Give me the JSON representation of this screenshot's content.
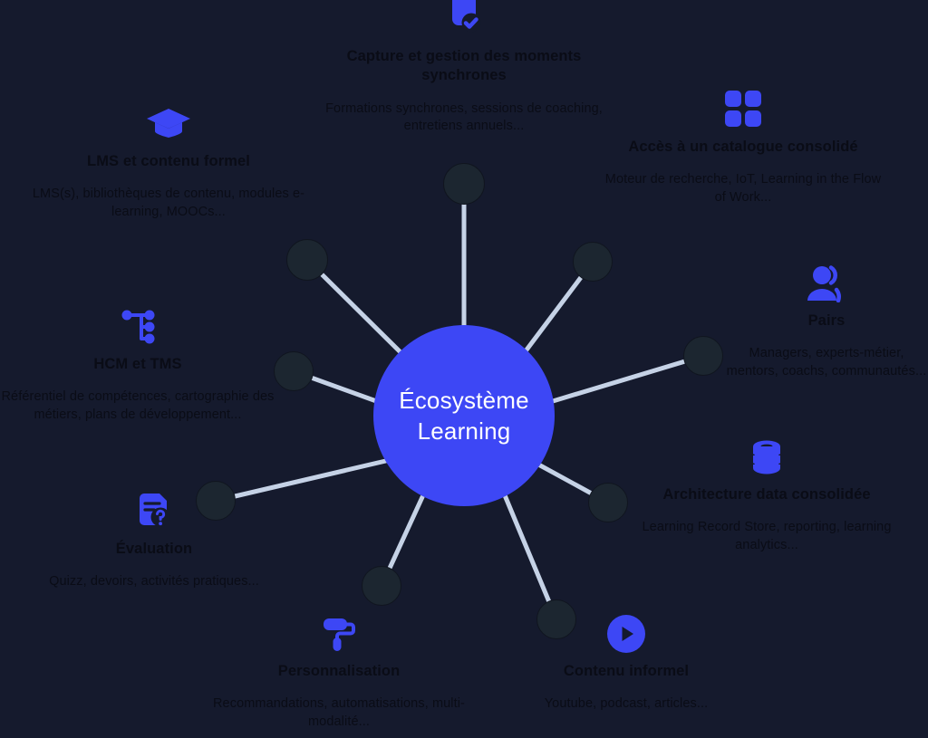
{
  "canvas": {
    "background_color": "#151A2D",
    "accent_color": "#3D47F5",
    "node_color": "#1C2630",
    "wire_color": "#C5D2E6",
    "text_color": "#0A0C16"
  },
  "hub": {
    "label": "Écosystème\nLearning",
    "text_color": "#FFFFFF",
    "fill_color": "#3D47F5"
  },
  "items": [
    {
      "id": "capture-moments-synchrones",
      "icon": "document-check-icon",
      "title": "Capture et gestion des moments synchrones",
      "desc": "Formations synchrones, sessions de coaching, entretiens annuels..."
    },
    {
      "id": "lms-contenu-formel",
      "icon": "graduation-cap-icon",
      "title": "LMS et contenu formel",
      "desc": "LMS(s), bibliothèques de contenu, modules e-learning, MOOCs..."
    },
    {
      "id": "hcm-tms",
      "icon": "hierarchy-icon",
      "title": "HCM et TMS",
      "desc": "Référentiel de compétences, cartographie des métiers, plans de développement..."
    },
    {
      "id": "evaluation",
      "icon": "document-question-icon",
      "title": "Évaluation",
      "desc": "Quizz, devoirs, activités pratiques..."
    },
    {
      "id": "personnalisation",
      "icon": "paint-roller-icon",
      "title": "Personnalisation",
      "desc": "Recommandations, automatisations, multi-modalité..."
    },
    {
      "id": "contenu-informel",
      "icon": "play-circle-icon",
      "title": "Contenu informel",
      "desc": "Youtube, podcast, articles..."
    },
    {
      "id": "architecture-data-consolidee",
      "icon": "database-icon",
      "title": "Architecture data consolidée",
      "desc": "Learning Record Store, reporting, learning analytics..."
    },
    {
      "id": "pairs",
      "icon": "users-icon",
      "title": "Pairs",
      "desc": "Managers, experts-métier, mentors, coachs, communautés..."
    },
    {
      "id": "acces-catalogue-consolide",
      "icon": "grid-squares-icon",
      "title": "Accès à un catalogue consolidé",
      "desc": "Moteur de recherche, IoT, Learning in the Flow of Work..."
    }
  ]
}
